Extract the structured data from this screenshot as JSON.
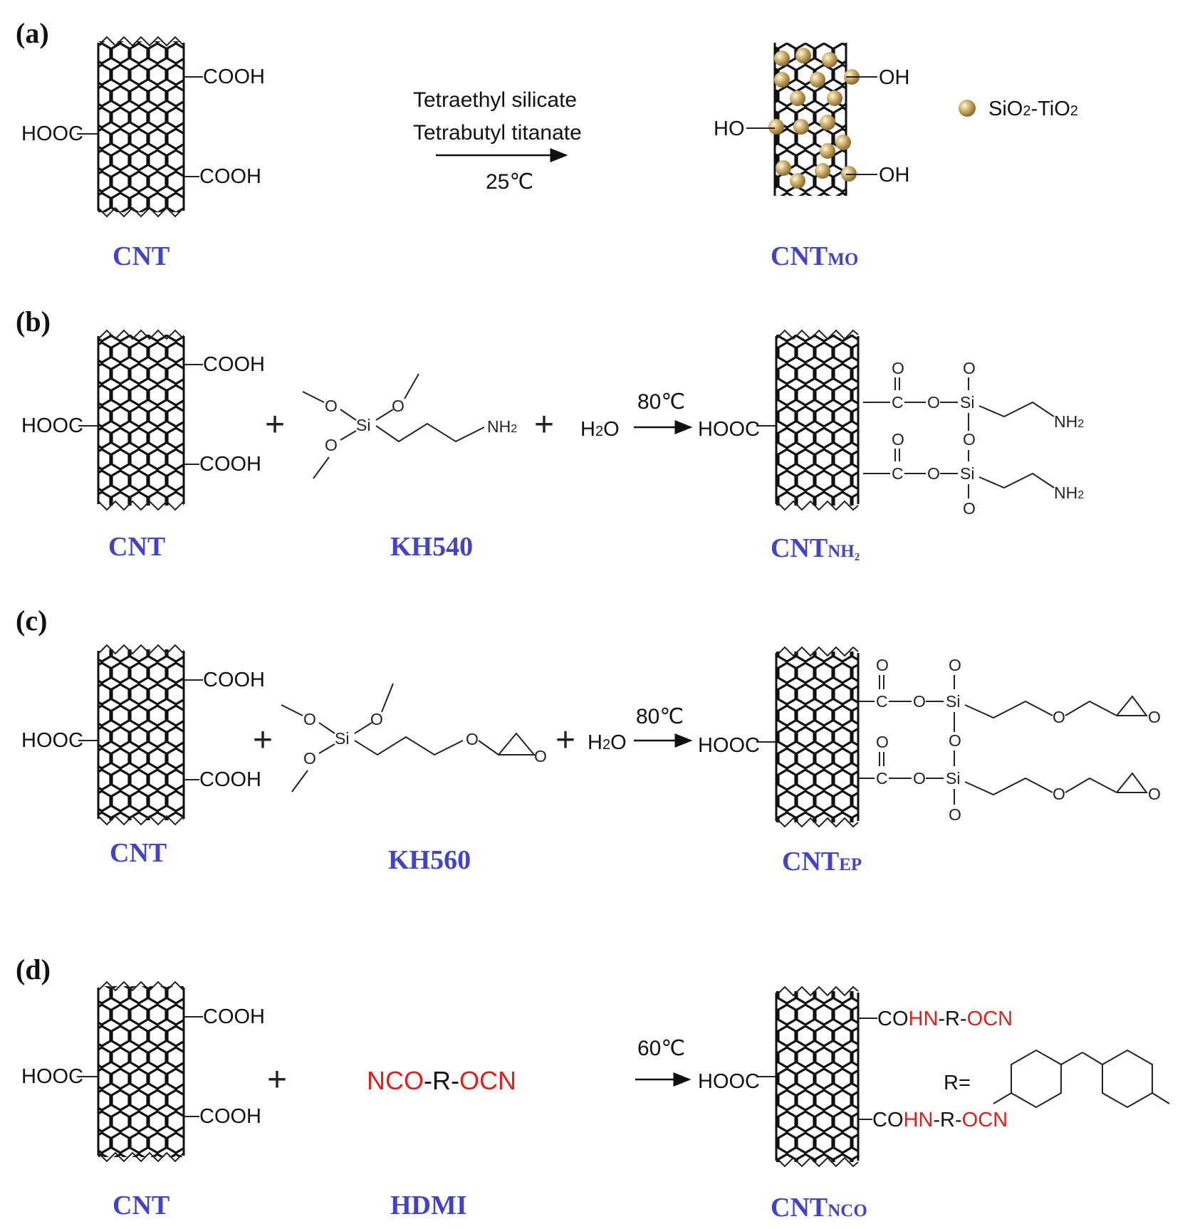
{
  "panels": {
    "a": {
      "label": "(a)",
      "reactant": {
        "left_group": "HOOC",
        "top_group": "COOH",
        "bottom_group": "COOH",
        "name": "CNT"
      },
      "conditions": {
        "line1": "Tetraethyl silicate",
        "line2": "Tetrabutyl titanate",
        "temp": "25℃"
      },
      "product": {
        "left_group": "HO",
        "top_group": "OH",
        "bottom_group": "OH",
        "name_main": "CNT",
        "name_sub": "MO"
      },
      "legend": {
        "main": "SiO",
        "sub1": "2",
        "mid": "-TiO",
        "sub2": "2",
        "sphere_color": "#c8a865"
      }
    },
    "b": {
      "label": "(b)",
      "reactant": {
        "left_group": "HOOC",
        "top_group": "COOH",
        "bottom_group": "COOH",
        "name": "CNT"
      },
      "reagent": {
        "name": "KH540",
        "si": "Si",
        "o": "O",
        "nh2": "NH",
        "nh2_sub": "2"
      },
      "water": {
        "h": "H",
        "sub": "2",
        "o": "O"
      },
      "conditions": {
        "temp": "80℃"
      },
      "product": {
        "left_group": "HOOC",
        "name_main": "CNT",
        "name_sub": "NH₂",
        "o": "O",
        "c": "C",
        "si": "Si",
        "nh2": "NH",
        "nh2_sub": "2"
      }
    },
    "c": {
      "label": "(c)",
      "reactant": {
        "left_group": "HOOC",
        "top_group": "COOH",
        "bottom_group": "COOH",
        "name": "CNT"
      },
      "reagent": {
        "name": "KH560",
        "si": "Si",
        "o": "O"
      },
      "water": {
        "h": "H",
        "sub": "2",
        "o": "O"
      },
      "conditions": {
        "temp": "80℃"
      },
      "product": {
        "left_group": "HOOC",
        "name_main": "CNT",
        "name_sub": "EP",
        "o": "O",
        "c": "C",
        "si": "Si"
      }
    },
    "d": {
      "label": "(d)",
      "reactant": {
        "left_group": "HOOC",
        "top_group": "COOH",
        "bottom_group": "COOH",
        "name": "CNT"
      },
      "reagent": {
        "part1": "NCO",
        "part2": "-R-",
        "part3": "OCN",
        "name": "HDMI"
      },
      "conditions": {
        "temp": "60℃"
      },
      "product": {
        "left_group": "HOOC",
        "chain_co": "CO",
        "chain_hn": "HN",
        "chain_r": "-R-",
        "chain_ocn": "OCN",
        "r_label": "R=",
        "name_main": "CNT",
        "name_sub": "NCO"
      }
    }
  },
  "plus_sign": "+",
  "colors": {
    "name_blue": "#4343c8",
    "red": "#e0201b",
    "sphere": "#c8a865"
  }
}
